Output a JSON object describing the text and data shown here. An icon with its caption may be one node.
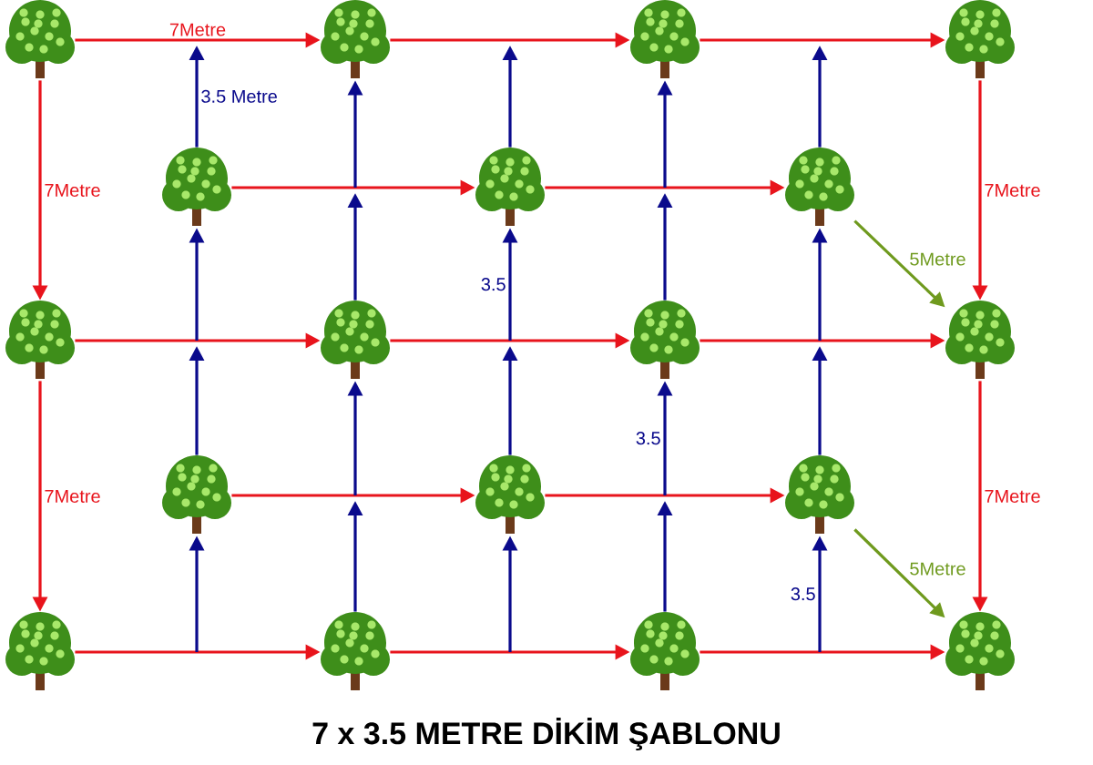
{
  "diagram": {
    "title": "7 x 3.5 METRE DİKİM ŞABLONU",
    "nodes": [
      {
        "text": [],
        "shape": "picture"
      },
      {
        "text": [],
        "shape": "picture"
      },
      {
        "text": [],
        "shape": "picture"
      },
      {
        "text": [],
        "shape": "picture"
      },
      {
        "text": [],
        "shape": "picture"
      },
      {
        "text": [],
        "shape": "picture"
      },
      {
        "text": [],
        "shape": "picture"
      },
      {
        "text": [],
        "shape": "picture"
      },
      {
        "text": [],
        "shape": "picture"
      },
      {
        "text": [],
        "shape": "picture"
      },
      {
        "text": [],
        "shape": "picture"
      },
      {
        "text": [],
        "shape": "picture"
      },
      {
        "text": [],
        "shape": "picture"
      },
      {
        "text": [],
        "shape": "picture"
      },
      {
        "text": [],
        "shape": "picture"
      },
      {
        "text": [],
        "shape": "picture"
      },
      {
        "text": [],
        "shape": "picture"
      },
      {
        "text": [],
        "shape": "picture"
      }
    ],
    "edges": [
      {
        "from": 0,
        "to": 1,
        "arrow": "to",
        "label": "7Metre",
        "color": "#e8141c"
      },
      {
        "from": 1,
        "to": 2,
        "arrow": "to",
        "color": "#e8141c"
      },
      {
        "from": 2,
        "to": 3,
        "arrow": "to",
        "color": "#e8141c"
      },
      {
        "from": 4,
        "to": 5,
        "arrow": "to",
        "color": "#e8141c"
      },
      {
        "from": 5,
        "to": 6,
        "arrow": "to",
        "color": "#e8141c"
      },
      {
        "from": 7,
        "to": 8,
        "arrow": "to",
        "color": "#e8141c"
      },
      {
        "from": 8,
        "to": 9,
        "arrow": "to",
        "color": "#e8141c"
      },
      {
        "from": 9,
        "to": 10,
        "arrow": "to",
        "color": "#e8141c"
      },
      {
        "from": 11,
        "to": 12,
        "arrow": "to",
        "color": "#e8141c"
      },
      {
        "from": 12,
        "to": 13,
        "arrow": "to",
        "color": "#e8141c"
      },
      {
        "from": 14,
        "to": 15,
        "arrow": "to",
        "color": "#e8141c"
      },
      {
        "from": 15,
        "to": 16,
        "arrow": "to",
        "color": "#e8141c"
      },
      {
        "from": 16,
        "to": 17,
        "arrow": "to",
        "color": "#e8141c"
      },
      {
        "from": 0,
        "to": 7,
        "arrow": "to",
        "label": "7Metre",
        "color": "#e8141c"
      },
      {
        "from": 7,
        "to": 14,
        "arrow": "to",
        "label": "7Metre",
        "color": "#e8141c"
      },
      {
        "from": 3,
        "to": 10,
        "arrow": "to",
        "label": "7Metre",
        "color": "#e8141c"
      },
      {
        "from": 10,
        "to": 17,
        "arrow": "to",
        "label": "7Metre",
        "color": "#e8141c"
      },
      {
        "from": 6,
        "to": 10,
        "arrow": "to",
        "label": "5Metre",
        "color": "#6f9a1e"
      },
      {
        "from": 13,
        "to": 17,
        "arrow": "to",
        "label": "5Metre",
        "color": "#6f9a1e"
      },
      {
        "from": 4,
        "to": null,
        "arrow": "to",
        "label": "3.5 Metre",
        "color": "#0a0a8c"
      },
      {
        "from": null,
        "to": 4,
        "arrow": "to",
        "color": "#0a0a8c"
      },
      {
        "from": 11,
        "to": null,
        "arrow": "to",
        "color": "#0a0a8c"
      },
      {
        "from": null,
        "to": 11,
        "arrow": "to",
        "color": "#0a0a8c"
      },
      {
        "from": null,
        "to": 1,
        "arrow": "to",
        "color": "#0a0a8c"
      },
      {
        "from": 8,
        "to": null,
        "arrow": "to",
        "color": "#0a0a8c"
      },
      {
        "from": null,
        "to": 8,
        "arrow": "to",
        "color": "#0a0a8c"
      },
      {
        "from": 15,
        "to": null,
        "arrow": "to",
        "color": "#0a0a8c"
      },
      {
        "from": 5,
        "to": null,
        "arrow": "to",
        "color": "#0a0a8c"
      },
      {
        "from": null,
        "to": 5,
        "arrow": "to",
        "label": "3.5",
        "color": "#0a0a8c"
      },
      {
        "from": 12,
        "to": null,
        "arrow": "to",
        "color": "#0a0a8c"
      },
      {
        "from": null,
        "to": 12,
        "arrow": "to",
        "color": "#0a0a8c"
      },
      {
        "from": null,
        "to": 2,
        "arrow": "to",
        "color": "#0a0a8c"
      },
      {
        "from": 9,
        "to": null,
        "arrow": "to",
        "color": "#0a0a8c"
      },
      {
        "from": null,
        "to": 9,
        "arrow": "to",
        "label": "3.5",
        "color": "#0a0a8c"
      },
      {
        "from": 16,
        "to": null,
        "arrow": "to",
        "color": "#0a0a8c"
      },
      {
        "from": 6,
        "to": null,
        "arrow": "to",
        "color": "#0a0a8c"
      },
      {
        "from": null,
        "to": 6,
        "arrow": "to",
        "color": "#0a0a8c"
      },
      {
        "from": 13,
        "to": null,
        "arrow": "to",
        "color": "#0a0a8c"
      },
      {
        "from": null,
        "to": 13,
        "arrow": "to",
        "label": "3.5",
        "color": "#0a0a8c"
      }
    ]
  }
}
